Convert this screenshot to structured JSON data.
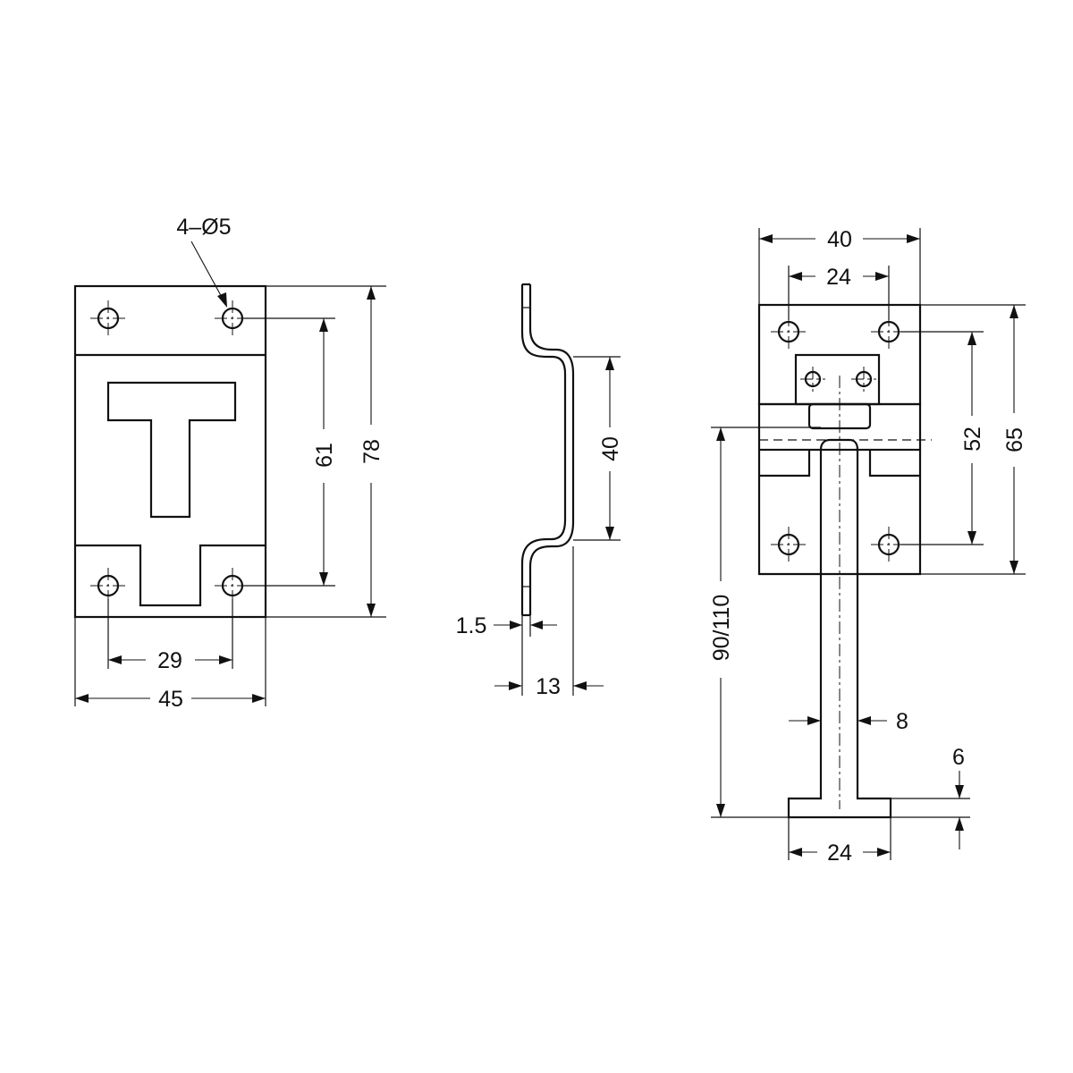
{
  "drawing": {
    "hole_callout": "4–Ø5",
    "plate": {
      "width": "45",
      "height": "78",
      "hole_vertical_spacing": "61",
      "hole_horizontal_spacing": "29"
    },
    "side_profile": {
      "thickness": "1.5",
      "depth": "13",
      "bend_length": "40"
    },
    "hook": {
      "plate_width": "40",
      "hole_horizontal_spacing": "24",
      "hole_vertical_spacing": "52",
      "plate_height": "65",
      "length": "90/110",
      "shank_width": "8",
      "foot_thickness": "6",
      "foot_width": "24"
    }
  }
}
